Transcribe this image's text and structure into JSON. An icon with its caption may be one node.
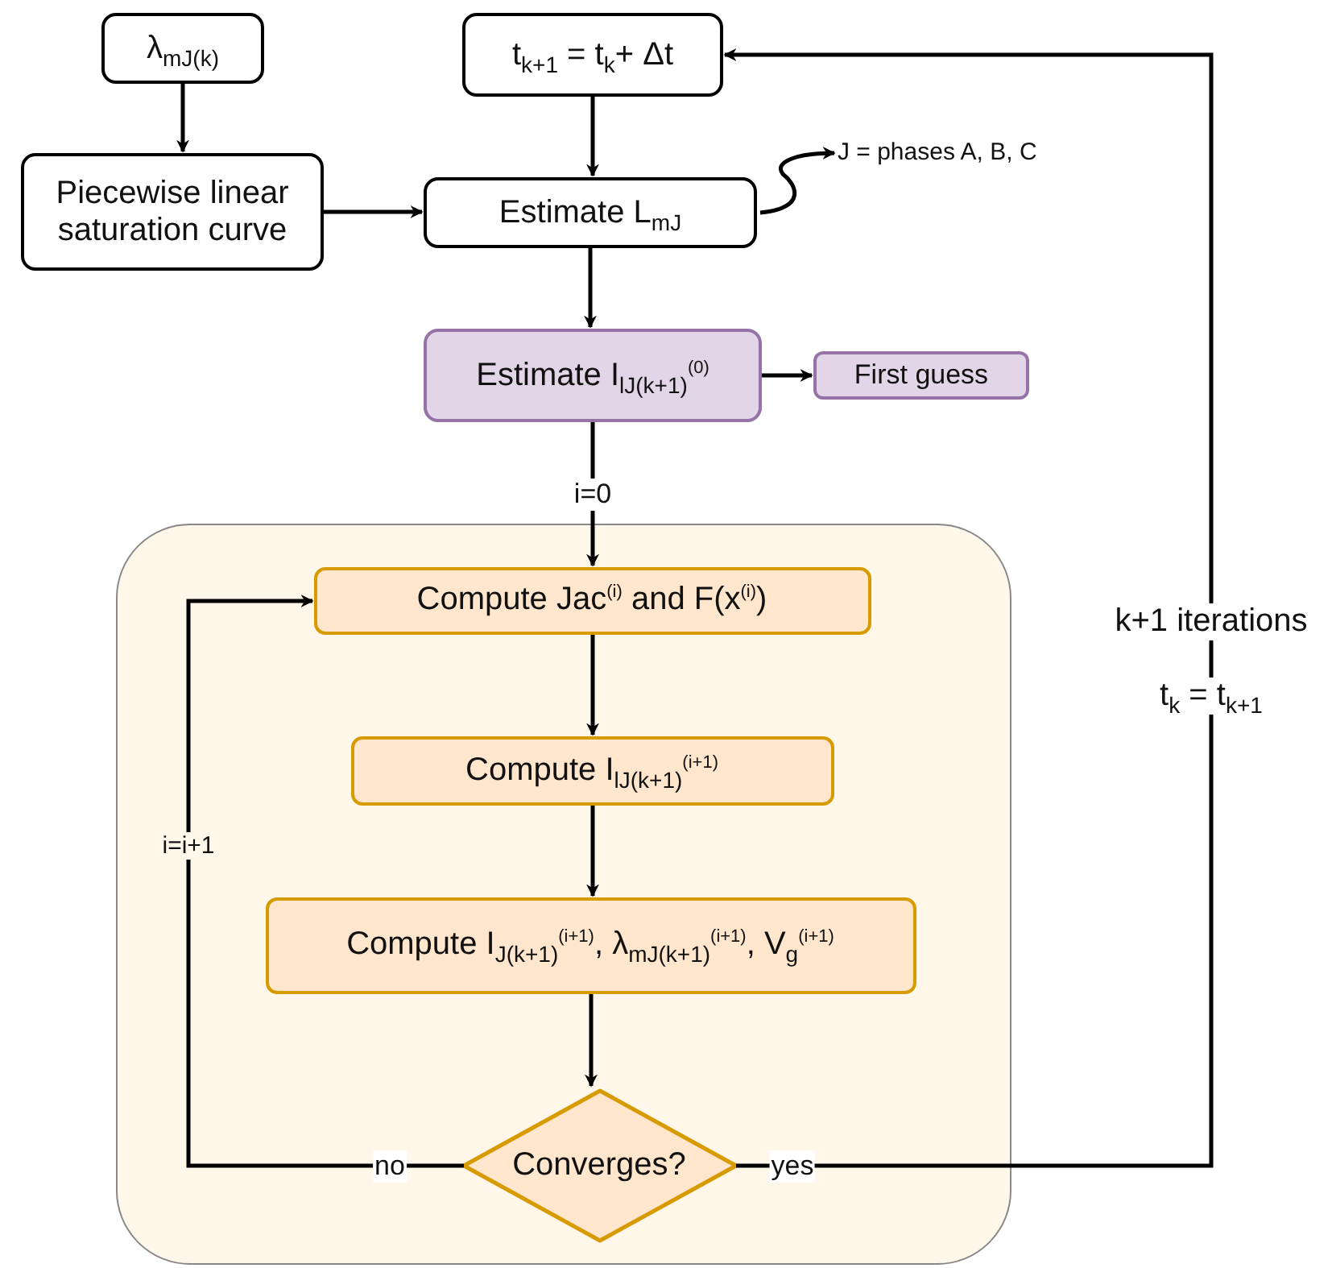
{
  "diagram": {
    "nodes": [
      {
        "text": [
          "λ$_{mJ(k)}$"
        ]
      },
      {
        "text": [
          "Piecewise linear saturation curve"
        ]
      },
      {
        "text": [
          "t$_{k+1}$ = t$_{k}$+ Δt"
        ]
      },
      {
        "text": [
          "Estimate L$_{mJ}$"
        ]
      },
      {
        "text": [
          "J = phases A, B, C"
        ]
      },
      {
        "text": [
          "Estimate I$_{lJ(k+1)}$$^{(0)}$"
        ]
      },
      {
        "text": [
          "First guess"
        ]
      },
      {
        "text": [],
        "shape": "box"
      },
      {
        "text": [
          "Compute Jac$^{(i)}$ and F(x$^{(i)}$)"
        ],
        "in": 7
      },
      {
        "text": [
          "Compute I$_{lJ(k+1)}$$^{(i+1)}$"
        ],
        "in": 7
      },
      {
        "text": [
          "Compute I$_{J(k+1)}$$^{(i+1)}$, λ$_{mJ(k+1)}$$^{(i+1)}$, V$_{g}$$^{(i+1)}$"
        ],
        "in": 7
      },
      {
        "text": [
          "Converges?"
        ],
        "in": 7
      }
    ],
    "edges": [
      {
        "from": 0,
        "to": 1,
        "arrow": "to"
      },
      {
        "from": 1,
        "to": 3,
        "arrow": "to"
      },
      {
        "from": 2,
        "to": 3,
        "arrow": "to"
      },
      {
        "from": 3,
        "to": 4,
        "arrow": "to"
      },
      {
        "from": 3,
        "to": 5,
        "arrow": "to"
      },
      {
        "from": 5,
        "to": 6,
        "arrow": "to"
      },
      {
        "from": 5,
        "to": 8,
        "arrow": "to",
        "label": "i=0"
      },
      {
        "from": 8,
        "to": 9,
        "arrow": "to"
      },
      {
        "from": 9,
        "to": 10,
        "arrow": "to"
      },
      {
        "from": 10,
        "to": 11,
        "arrow": "to"
      },
      {
        "from": 11,
        "to": 8,
        "arrow": "to",
        "label": "no"
      },
      {
        "from": 11,
        "to": 2,
        "arrow": "to",
        "label": "yes"
      }
    ],
    "labels": [
      "i=i+1",
      "k+1 iterations",
      "t$_{k}$ = t$_{k+1}$"
    ]
  }
}
